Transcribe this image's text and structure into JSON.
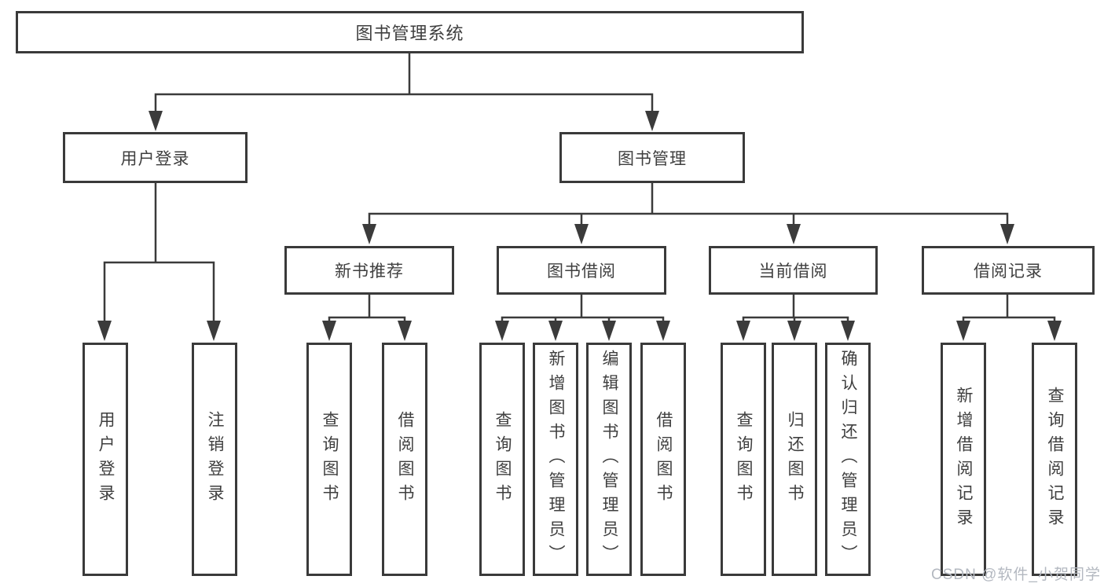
{
  "diagram_type": "hierarchy-tree",
  "colors": {
    "line": "#3b3b3b",
    "box_border": "#3a3a3a",
    "text": "#3f3f3f",
    "watermark": "#b3b8c0",
    "background": "#ffffff"
  },
  "tree": {
    "label": "图书管理系统",
    "children": [
      {
        "label": "用户登录",
        "children": [
          {
            "label": "用户登录"
          },
          {
            "label": "注销登录"
          }
        ]
      },
      {
        "label": "图书管理",
        "children": [
          {
            "label": "新书推荐",
            "children": [
              {
                "label": "查询图书"
              },
              {
                "label": "借阅图书"
              }
            ]
          },
          {
            "label": "图书借阅",
            "children": [
              {
                "label": "查询图书"
              },
              {
                "label": "新增图书（管理员）"
              },
              {
                "label": "编辑图书（管理员）"
              },
              {
                "label": "借阅图书"
              }
            ]
          },
          {
            "label": "当前借阅",
            "children": [
              {
                "label": "查询图书"
              },
              {
                "label": "归还图书"
              },
              {
                "label": "确认归还（管理员）"
              }
            ]
          },
          {
            "label": "借阅记录",
            "children": [
              {
                "label": "新增借阅记录"
              },
              {
                "label": "查询借阅记录"
              }
            ]
          }
        ]
      }
    ]
  },
  "watermark": {
    "text": "CSDN @软件_小贺同学"
  }
}
